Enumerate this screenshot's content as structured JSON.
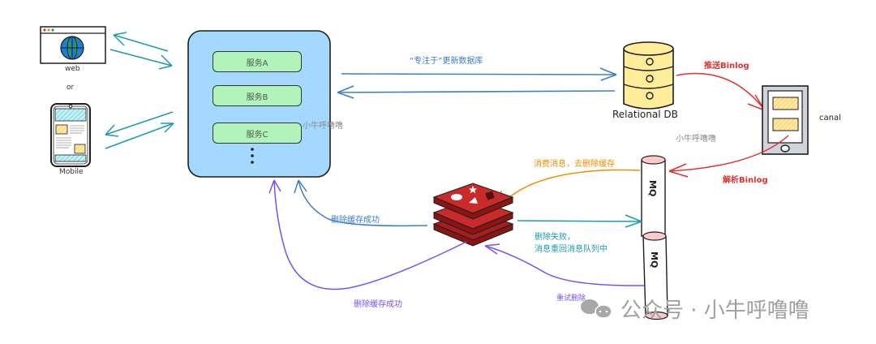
{
  "clients": {
    "web_label": "web",
    "or_label": "or",
    "mobile_label": "Mobile"
  },
  "services": {
    "items": [
      {
        "label": "服务A"
      },
      {
        "label": "服务B"
      },
      {
        "label": "服务C"
      }
    ],
    "ellipsis": "⋮"
  },
  "database": {
    "label": "Relational DB"
  },
  "canal": {
    "label": "canal"
  },
  "mq": {
    "segments": [
      {
        "label": "MQ"
      },
      {
        "label": "MQ"
      }
    ]
  },
  "edges": {
    "update_db": "“专注于”更新数据库",
    "send_binlog": "推送Binlog",
    "parse_binlog": "解析Binlog",
    "consume_delete": "消费消息，去删除缓存",
    "delete_fail_line1": "删除失败，",
    "delete_fail_line2": "消息重回消息队列中",
    "delete_success_1": "删除缓存成功",
    "delete_success_2": "删除缓存成功",
    "retry_delete": "重试删除"
  },
  "watermarks": {
    "near_services": "小牛呼噜噜",
    "near_canal": "小牛呼噜噜",
    "footer": "公众号 · 小牛呼噜噜"
  },
  "colors": {
    "service_container": "#a5d8ff",
    "service_box": "#b2f2bb",
    "db_fill": "#ffec99",
    "redis_red": "#c92a2a",
    "mq_cap": "#ffc9c9",
    "arrow_teal": "#1c9bab",
    "arrow_blue": "#3b7ec9",
    "arrow_red": "#e03131",
    "arrow_orange": "#f08c00",
    "arrow_purple": "#7950f2",
    "watermark": "#9a9a9a"
  }
}
